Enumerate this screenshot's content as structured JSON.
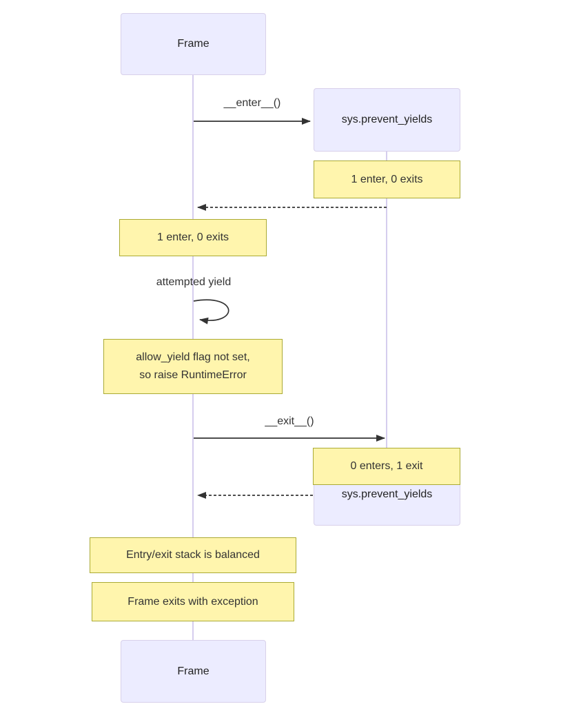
{
  "diagram_type": "sequence",
  "actors": {
    "frame_top": "Frame",
    "sys_top": "sys.prevent_yields",
    "sys_bottom": "sys.prevent_yields",
    "frame_bottom": "Frame"
  },
  "messages": {
    "enter": "__enter__()",
    "self_loop": "attempted yield",
    "exit": "__exit__()"
  },
  "notes": {
    "sys_enter": "1 enter, 0 exits",
    "frame_enter": "1 enter, 0 exits",
    "runtime_line1": "allow_yield flag not set,",
    "runtime_line2": "so raise RuntimeError",
    "sys_exit": "0 enters, 1 exit",
    "balanced": "Entry/exit stack is balanced",
    "exception": "Frame exits with exception"
  },
  "colors": {
    "actor_fill": "#ececff",
    "actor_border": "#d8d0ea",
    "note_fill": "#fff5ad",
    "note_border": "#aaaa33",
    "lifeline": "#d5cdee",
    "arrow": "#333333",
    "text": "#222222",
    "message_text": "#333333"
  }
}
